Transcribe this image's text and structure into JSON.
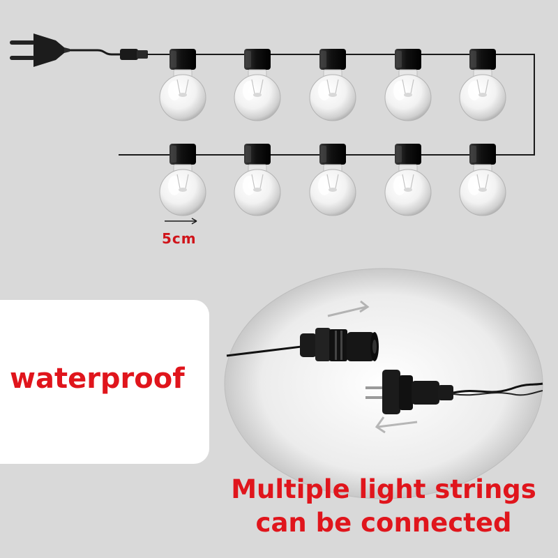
{
  "labels": {
    "spacing": "5cm",
    "waterproof": "waterproof",
    "caption_line1": "Multiple light strings",
    "caption_line2": "can be connected"
  },
  "colors": {
    "background": "#d9d9d9",
    "label_red": "#e0151c",
    "cable": "#1a1a1a",
    "panel": "#ffffff"
  },
  "illustration": {
    "top_row_bulbs": 5,
    "bottom_row_bulbs": 5,
    "icons": [
      "eu-plug-icon",
      "bulb-icon",
      "connector-male-icon",
      "connector-female-icon",
      "arrow-icon"
    ]
  }
}
